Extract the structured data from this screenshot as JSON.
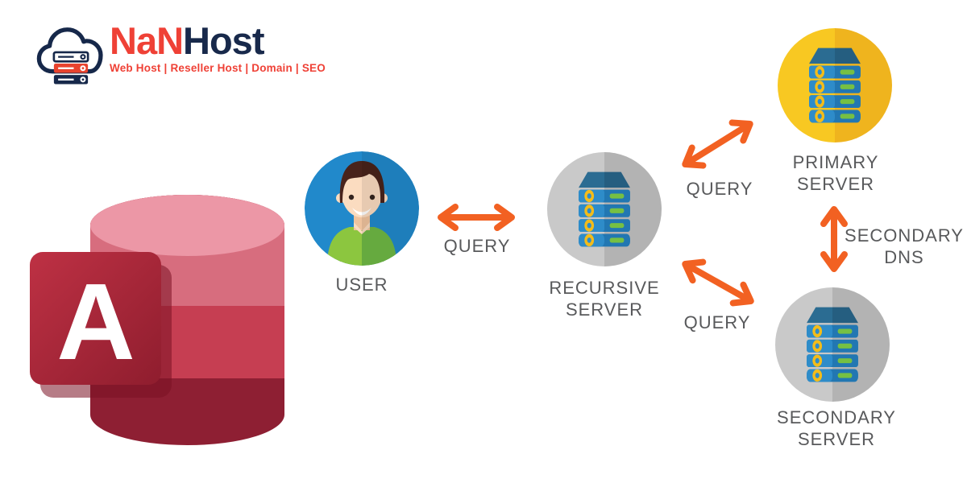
{
  "logo": {
    "brand_red": "NaN",
    "brand_dark": "Host",
    "tagline": "Web Host | Reseller Host | Domain | SEO"
  },
  "access": {
    "letter": "A"
  },
  "nodes": {
    "user": {
      "label": "USER"
    },
    "recursive": {
      "line1": "RECURSIVE",
      "line2": "SERVER"
    },
    "primary": {
      "line1": "PRIMARY",
      "line2": "SERVER"
    },
    "secondary": {
      "line1": "SECONDARY",
      "line2": "SERVER"
    }
  },
  "edges": {
    "user_recursive": {
      "label": "QUERY"
    },
    "recursive_primary": {
      "label": "QUERY"
    },
    "recursive_secondary": {
      "label": "QUERY"
    },
    "primary_secondary": {
      "line1": "SECONDARY",
      "line2": "DNS"
    }
  },
  "colors": {
    "arrow": "#F26122",
    "label_text": "#58595B",
    "brand_red": "#EF4136",
    "brand_navy": "#18294B",
    "primary_circle": "#F8C822",
    "gray_circle": "#C9C9C9",
    "user_circle": "#2189CB",
    "server_blue": "#2E8CC9",
    "access_red": "#BE3144"
  }
}
